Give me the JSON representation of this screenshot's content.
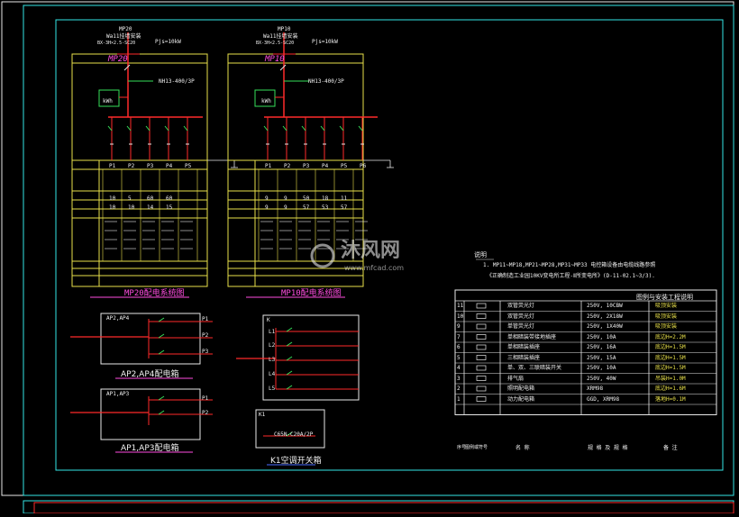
{
  "panels": {
    "left": {
      "top_lines": [
        "MP20",
        "Wa11挂墙安装",
        "BX-3H×2.5-SC20"
      ],
      "power_note": "Pjs=10kW",
      "cabinet_no": "MP20",
      "breaker": "NH13-400/3P",
      "meter_label": "kWh",
      "circuits": [
        "P1",
        "P2",
        "P3",
        "P4",
        "P5"
      ],
      "row_values": [
        [
          "10",
          "5",
          "60",
          "60"
        ],
        [
          "10",
          "10",
          "14",
          "15"
        ]
      ],
      "caption": "MP20配电系统图"
    },
    "right": {
      "top_lines": [
        "MP10",
        "Wa11挂墙安装",
        "BX-3H×2.5-SC20"
      ],
      "power_note": "Pjs=10kW",
      "cabinet_no": "MP10",
      "breaker": "NH13-400/3P",
      "meter_label": "kWh",
      "circuits": [
        "P1",
        "P2",
        "P3",
        "P4",
        "P5",
        "P6"
      ],
      "row_values": [
        [
          "9",
          "9",
          "50",
          "18",
          "11"
        ],
        [
          "9",
          "9",
          "57",
          "53",
          "57"
        ]
      ],
      "caption": "MP10配电系统图"
    }
  },
  "boxes": {
    "ap24": {
      "id": "AP2,AP4",
      "caption": "AP2,AP4配电箱",
      "outs": [
        "P1",
        "P2",
        "P3"
      ]
    },
    "ap13": {
      "id": "AP1,AP3",
      "caption": "AP1,AP3配电箱",
      "outs": [
        "P1",
        "P2"
      ]
    },
    "k": {
      "id": "K",
      "outs": [
        "L1",
        "L2",
        "L3",
        "L4",
        "L5"
      ]
    },
    "k1": {
      "id": "K1",
      "caption": "K1空调开关箱",
      "breaker": "C65N-C20A/2P"
    }
  },
  "notes": {
    "heading": "说明",
    "line1": "1. MP11~MP18,MP21~MP28,MP31~MP33 电控箱设备由电缆线路参照",
    "line2": "《正确制造工业园10KV变电所工程-Ⅱ所变电所》(D-11-02.1~3/3)."
  },
  "legend": {
    "header": "图例与安装工程说明",
    "columns": [
      "序号",
      "图例或符号",
      "名 称",
      "规 格 及 规 格",
      "备 注"
    ],
    "rows": [
      {
        "no": "11",
        "name": "双管荧光灯",
        "spec": "250V, 10CBW",
        "note": "吸顶安装"
      },
      {
        "no": "10",
        "name": "双管荧光灯",
        "spec": "250V, 2X18W",
        "note": "吸顶安装"
      },
      {
        "no": "9",
        "name": "单管荧光灯",
        "spec": "250V, 1X40W",
        "note": "吸顶安装"
      },
      {
        "no": "7",
        "name": "单相暗装带接地插座",
        "spec": "250V, 10A",
        "note": "底边H=2.2M"
      },
      {
        "no": "6",
        "name": "单相暗装插座",
        "spec": "250V, 16A",
        "note": "底边H=1.5M"
      },
      {
        "no": "5",
        "name": "三相暗装插座",
        "spec": "250V, 15A",
        "note": "底边H=1.5M"
      },
      {
        "no": "4",
        "name": "单、双、三联暗装开关",
        "spec": "250V, 10A",
        "note": "底边H=1.5M"
      },
      {
        "no": "3",
        "name": "排气扇",
        "spec": "250V, 40W",
        "note": "吊装H=1.0M"
      },
      {
        "no": "2",
        "name": "照明配电箱",
        "spec": "XRM98",
        "note": "底边H=1.6M"
      },
      {
        "no": "1",
        "name": "动力配电箱",
        "spec": "GGD, XRM98",
        "note": "落地H=0.1M"
      }
    ]
  },
  "watermark": {
    "brand": "沐风网",
    "url": "www.mfcad.com"
  }
}
